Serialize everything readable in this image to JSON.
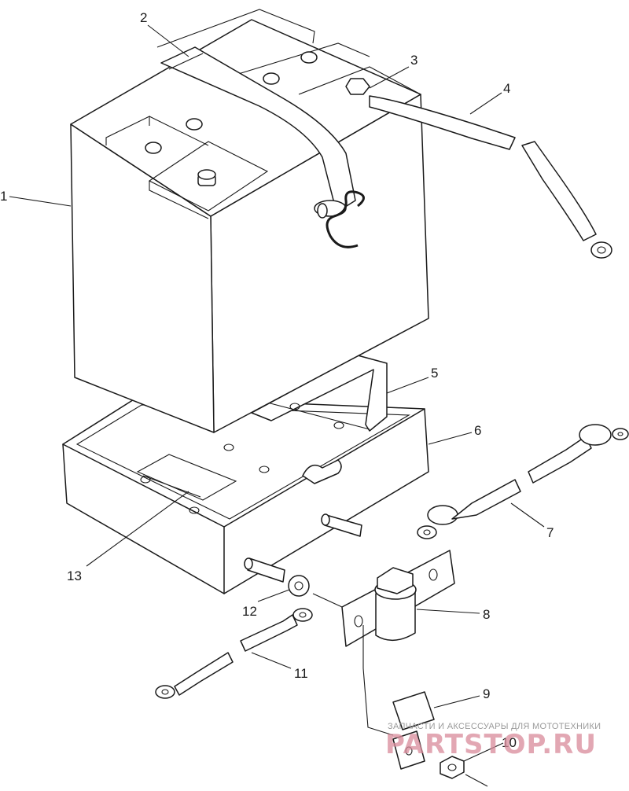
{
  "callouts": [
    {
      "id": "1",
      "label": "1"
    },
    {
      "id": "2",
      "label": "2"
    },
    {
      "id": "3",
      "label": "3"
    },
    {
      "id": "4",
      "label": "4"
    },
    {
      "id": "5",
      "label": "5"
    },
    {
      "id": "6",
      "label": "6"
    },
    {
      "id": "7",
      "label": "7"
    },
    {
      "id": "8",
      "label": "8"
    },
    {
      "id": "9",
      "label": "9"
    },
    {
      "id": "10",
      "label": "10"
    },
    {
      "id": "11",
      "label": "11"
    },
    {
      "id": "12",
      "label": "12"
    },
    {
      "id": "13",
      "label": "13"
    }
  ],
  "watermark": {
    "tagline": "ЗАПЧАСТИ И АКСЕССУАРЫ ДЛЯ МОТОТЕХНИКИ",
    "logo": "PARTSTOP.RU"
  },
  "colors": {
    "line": "#1a1a1a",
    "background": "#ffffff",
    "watermark_logo": "#d98a9a",
    "watermark_text": "#9a9a9a"
  }
}
